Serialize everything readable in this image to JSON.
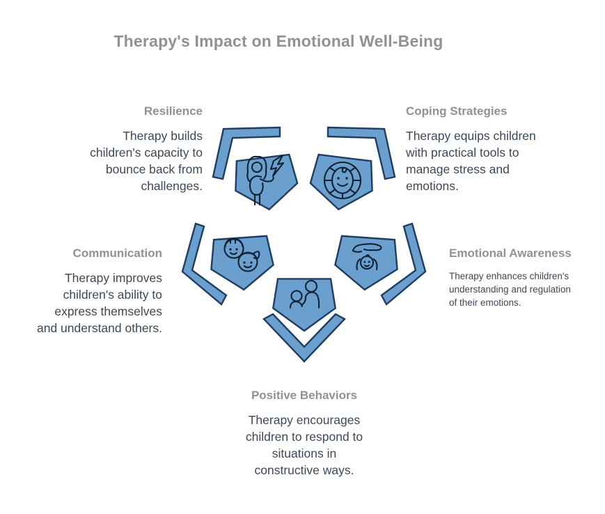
{
  "title": "Therapy's Impact on Emotional Well-Being",
  "colors": {
    "background": "#ffffff",
    "title_color": "#8f9193",
    "heading_color": "#8f9193",
    "body_color": "#3d4856",
    "shape_fill": "#6b9fce",
    "shape_stroke": "#1e3d60",
    "icon_stroke": "#0e2233"
  },
  "sections": [
    {
      "id": "resilience",
      "label": "Resilience",
      "description": "Therapy builds\nchildren's capacity to\nbounce back from\nchallenges.",
      "icon": "resilient-person-lightning-icon"
    },
    {
      "id": "coping-strategies",
      "label": "Coping Strategies",
      "description": "Therapy equips children\nwith practical tools to\nmanage stress and\nemotions.",
      "icon": "lifebuoy-baby-face-icon"
    },
    {
      "id": "communication",
      "label": "Communication",
      "description": "Therapy improves\nchildren's ability to\nexpress themselves\nand understand others.",
      "icon": "two-children-faces-icon"
    },
    {
      "id": "emotional-awareness",
      "label": "Emotional Awareness",
      "description": "Therapy enhances children's\nunderstanding and regulation\nof their emotions.",
      "icon": "hand-over-child-icon"
    },
    {
      "id": "positive-behaviors",
      "label": "Positive Behaviors",
      "description": "Therapy encourages\nchildren to respond to\nsituations in\nconstructive ways.",
      "icon": "adult-comforting-child-icon"
    }
  ]
}
